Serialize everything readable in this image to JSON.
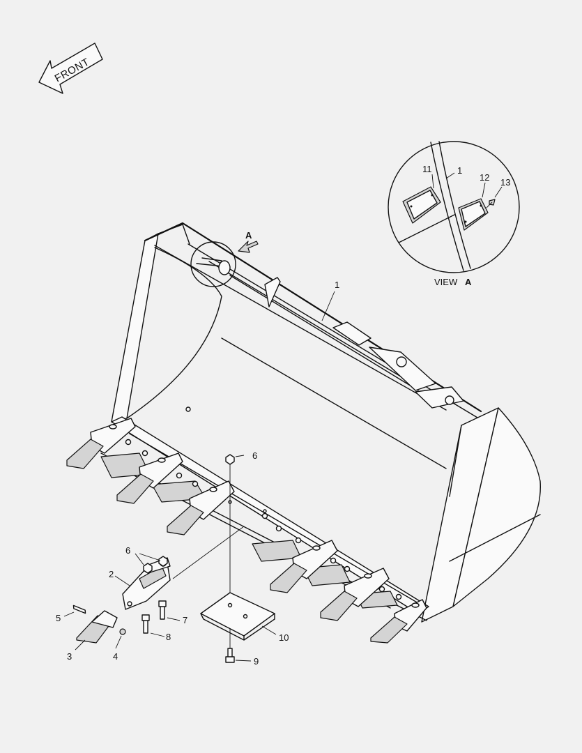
{
  "figure": {
    "front_label": "FRONT",
    "view_label": "VIEW",
    "view_letter": "A",
    "arrow_letter": "A",
    "callouts": {
      "c1_main": "1",
      "c2": "2",
      "c3": "3",
      "c4": "4",
      "c5": "5",
      "c6_top": "6",
      "c6_left": "6",
      "c7": "7",
      "c8": "8",
      "c9": "9",
      "c10": "10",
      "c11": "11",
      "c1_detail": "1",
      "c12": "12",
      "c13": "13"
    }
  }
}
